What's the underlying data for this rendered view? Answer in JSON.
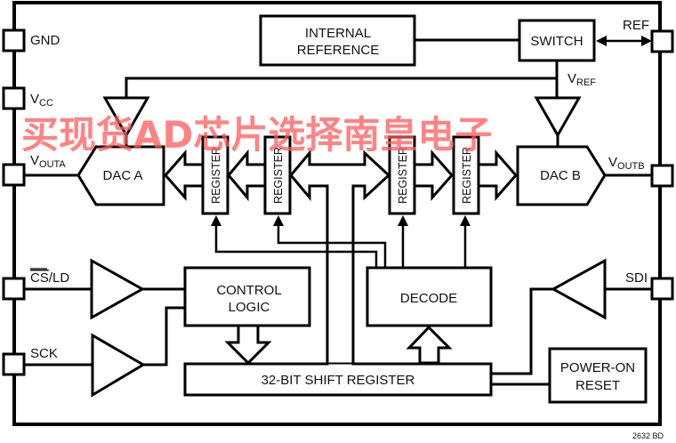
{
  "diagram": {
    "pins": {
      "gnd": "GND",
      "vcc_main": "V",
      "vcc_sub": "CC",
      "vouta_main": "V",
      "vouta_sub": "OUTA",
      "cs_bar": "CS",
      "cs_rest": "/LD",
      "sck": "SCK",
      "ref": "REF",
      "voutb_main": "V",
      "voutb_sub": "OUTB",
      "sdi": "SDI"
    },
    "blocks": {
      "internal_reference_line1": "INTERNAL",
      "internal_reference_line2": "REFERENCE",
      "switch": "SWITCH",
      "vref_main": "V",
      "vref_sub": "REF",
      "dac_a": "DAC A",
      "dac_b": "DAC B",
      "registers": [
        "REGISTER",
        "REGISTER",
        "REGISTER",
        "REGISTER"
      ],
      "control_logic_line1": "CONTROL",
      "control_logic_line2": "LOGIC",
      "decode": "DECODE",
      "shift_register": "32-BIT SHIFT REGISTER",
      "power_on_reset_line1": "POWER-ON",
      "power_on_reset_line2": "RESET"
    },
    "figure_id": "2632 BD",
    "watermark": "买现货AD芯片选择南皇电子"
  }
}
